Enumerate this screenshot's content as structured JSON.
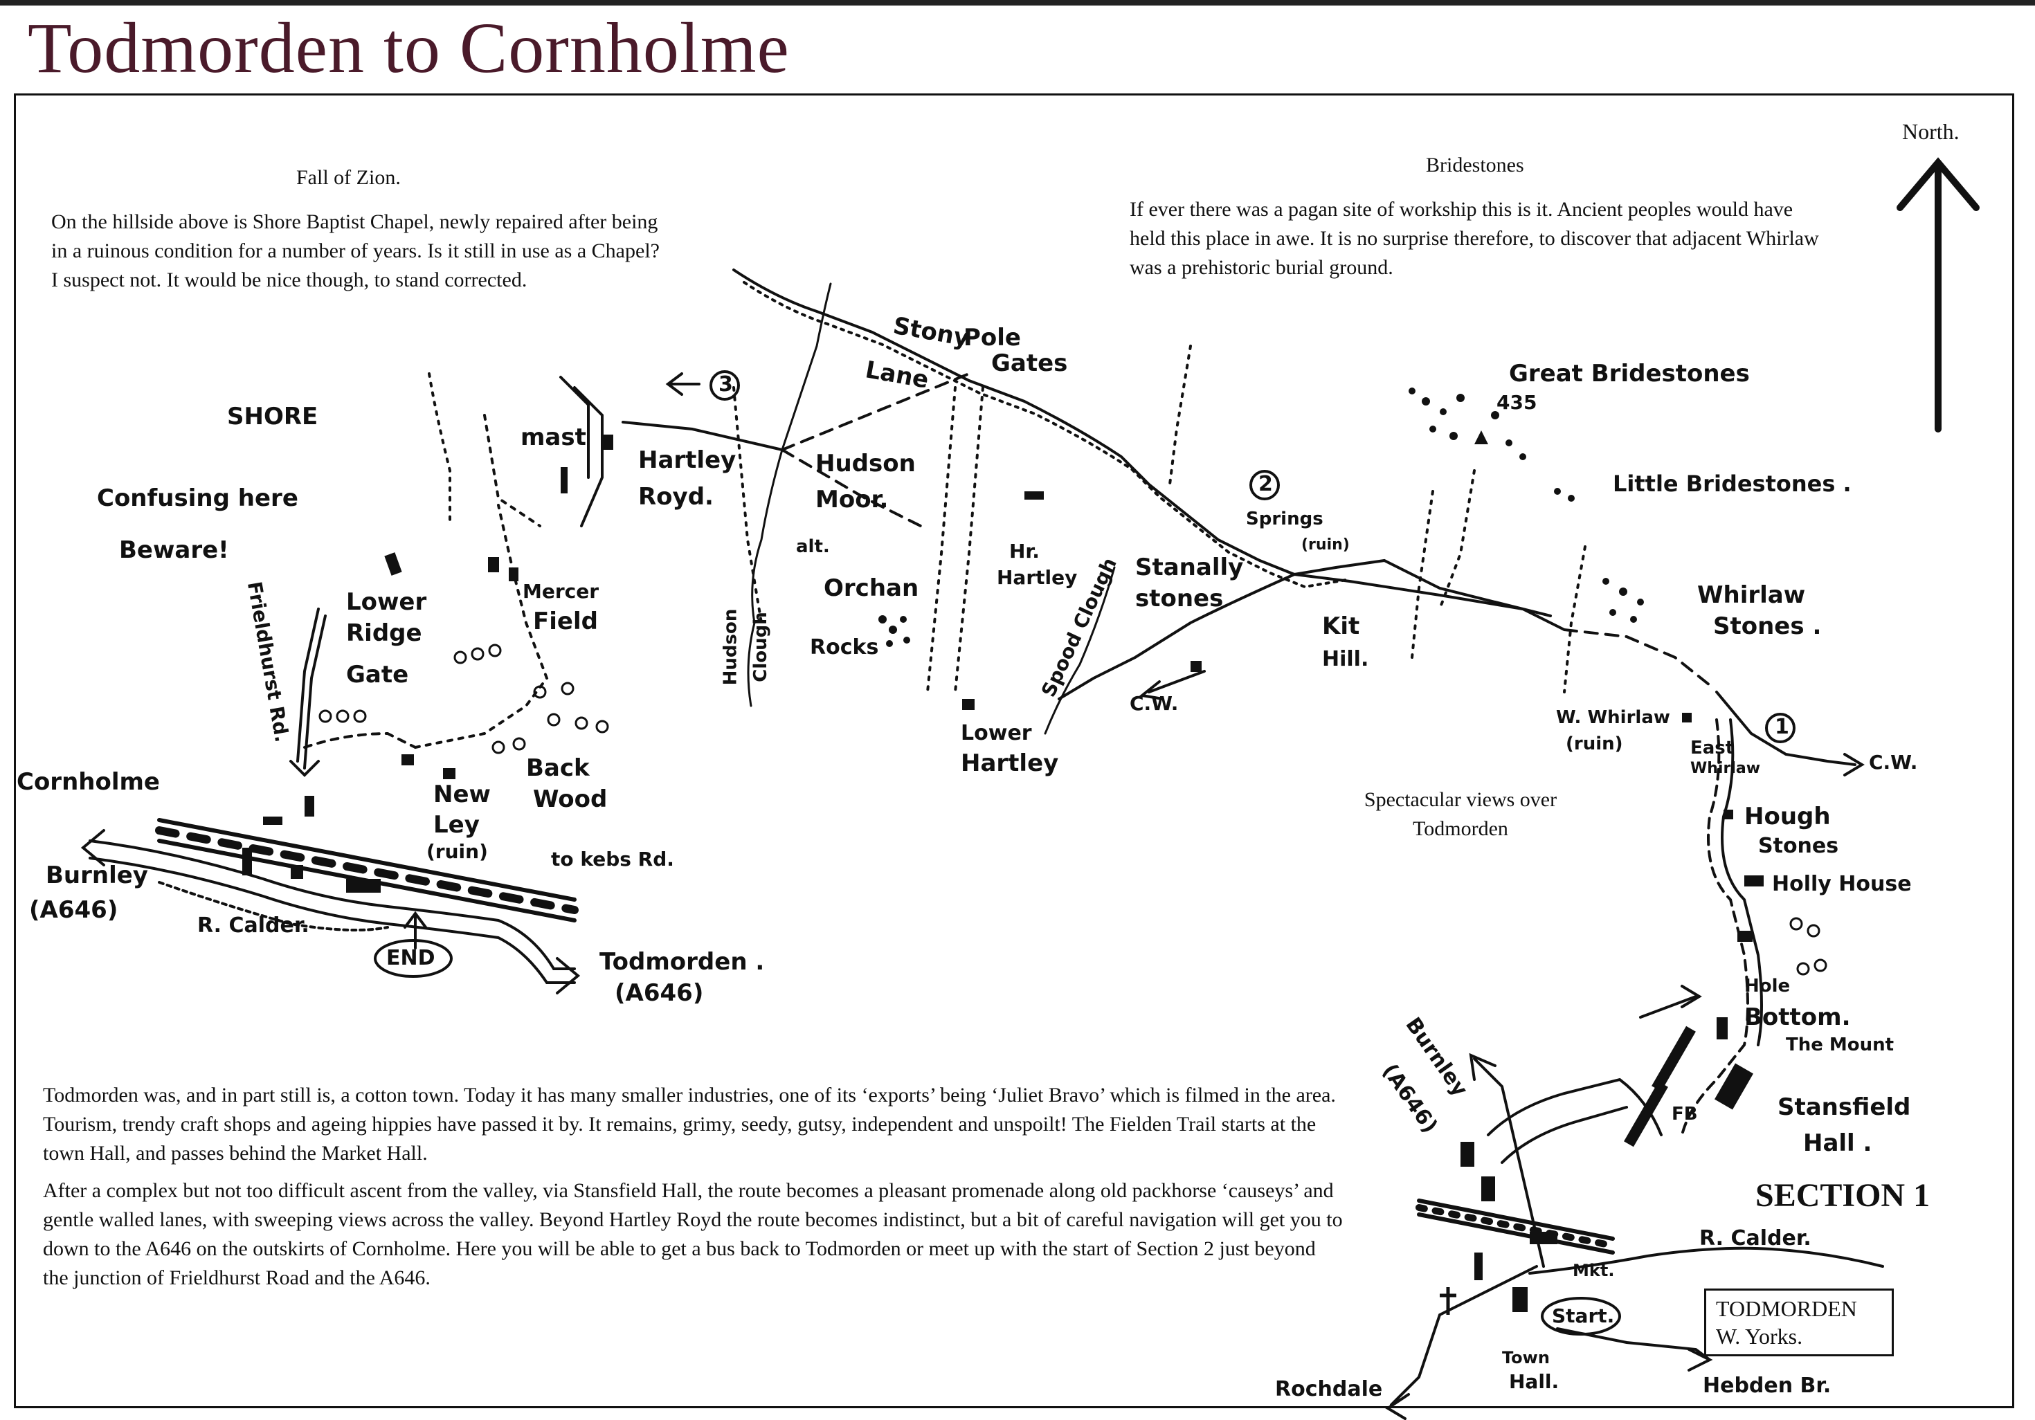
{
  "title": "Todmorden to Cornholme",
  "north": "North.",
  "fall_of_zion": {
    "heading": "Fall of Zion.",
    "body": "On the hillside above is Shore Baptist Chapel, newly repaired after being in a ruinous condition for a number of years. Is it still in use as a Chapel? I suspect not. It would be nice though, to stand corrected."
  },
  "bridestones": {
    "heading": "Bridestones",
    "body": "If ever there was a pagan site of workship this is it. Ancient peoples would have held this place in awe. It is no surprise therefore, to discover that adjacent Whirlaw was a prehistoric burial ground."
  },
  "spectacular": "Spectacular views over Todmorden",
  "intro": {
    "p1": "Todmorden was, and in part still is, a cotton town. Today it has many smaller industries, one of its ‘exports’ being ‘Juliet Bravo’ which is filmed in the area. Tourism, trendy craft shops and ageing hippies have passed it by. It remains, grimy, seedy, gutsy, independent and unspoilt! The Fielden Trail starts at the town Hall, and passes behind the Market Hall.",
    "p2": "After a complex but not too difficult ascent from the valley, via Stansfield Hall, the route becomes a pleasant promenade along old packhorse ‘causeys’ and gentle walled lanes, with sweeping views across the valley. Beyond Hartley Royd the route becomes indistinct, but a bit of careful navigation will get you to down to the A646 on the outskirts of Cornholme. Here you will be able to get a bus back to Todmorden or meet up with the start of Section 2 just beyond the junction of Frieldhurst Road and the A646."
  },
  "section": "SECTION 1",
  "town_box": {
    "line1": "TODMORDEN",
    "line2": "W. Yorks."
  },
  "labels": {
    "shore": "SHORE",
    "confusing": "Confusing here",
    "beware": "Beware!",
    "mast": "mast",
    "hartley_royd_1": "Hartley",
    "hartley_royd_2": "Royd.",
    "hudson_moor_1": "Hudson",
    "hudson_moor_2": "Moor.",
    "stony": "Stony",
    "lane": "Lane",
    "pole_gates_1": "Pole",
    "pole_gates_2": "Gates",
    "great_bridestones": "Great Bridestones",
    "height": "435",
    "little_bridestones": "Little Bridestones .",
    "stanally_1": "Stanally",
    "stanally_2": "stones",
    "springs": "Springs",
    "ruin_springs": "(ruin)",
    "kit_hill_1": "Kit",
    "kit_hill_2": "Hill.",
    "whirlaw_1": "Whirlaw",
    "whirlaw_2": "Stones .",
    "w_whirlaw_1": "W. Whirlaw",
    "w_whirlaw_2": "(ruin)",
    "east_whirlaw_1": "East",
    "east_whirlaw_2": "Whirlaw",
    "cw_right": "C.W.",
    "cw_left": "C.W.",
    "hough_1": "Hough",
    "hough_2": "Stones",
    "holly_house": "Holly House",
    "hole_1": "Hole",
    "hole_2": "Bottom.",
    "the_mount": "The Mount",
    "stansfield_1": "Stansfield",
    "stansfield_2": "Hall .",
    "fb": "FB",
    "burnley_right_1": "Burnley",
    "burnley_right_2": "(A646)",
    "r_calder_right": "R. Calder.",
    "mkt": "Mkt.",
    "start": "Start.",
    "town_hall_1": "Town",
    "town_hall_2": "Hall.",
    "rochdale": "Rochdale",
    "hebden": "Hebden Br.",
    "lower_ridge_1": "Lower",
    "lower_ridge_2": "Ridge",
    "lower_ridge_3": "Gate",
    "mercer_1": "Mercer",
    "mercer_2": "Field",
    "frieldhurst": "Frieldhurst Rd.",
    "cornholme": "Cornholme",
    "burnley_left_1": "Burnley",
    "burnley_left_2": "(A646)",
    "r_calder_left": "R. Calder.",
    "end": "END",
    "todmorden_1": "Todmorden .",
    "todmorden_2": "(A646)",
    "new_ley_1": "New",
    "new_ley_2": "Ley",
    "new_ley_3": "(ruin)",
    "tokebs": "to kebs Rd.",
    "back_wood_1": "Back",
    "back_wood_2": "Wood",
    "hudson_clough_1": "Hudson",
    "hudson_clough_2": "Clough",
    "alt": "alt.",
    "orchan": "Orchan",
    "rocks": "Rocks",
    "hr_hartley_1": "Hr.",
    "hr_hartley_2": "Hartley",
    "spood_clough": "Spood Clough",
    "lower_hartley_1": "Lower",
    "lower_hartley_2": "Hartley",
    "waypoint_1": "1",
    "waypoint_2": "2",
    "waypoint_3": "3"
  }
}
